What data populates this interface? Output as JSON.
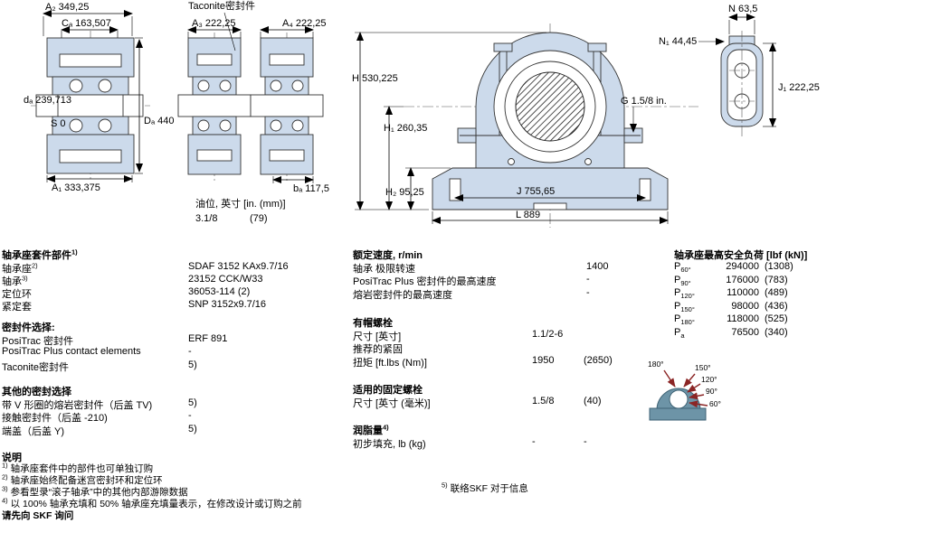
{
  "drawings": {
    "left": {
      "a2": "A₂ 349,25",
      "ca": "Cₐ 163,507",
      "da": "dₐ 239,713",
      "s": "S 0",
      "Da": "Dₐ 440",
      "a1": "A₁ 333,375"
    },
    "middle": {
      "taconite": "Taconite密封件",
      "a3": "A₃ 222,25",
      "a4": "A₄ 222,25",
      "ba": "bₐ 117,5",
      "oil_label": "油位, 英寸 [in. (mm)]",
      "oil_in": "3.1/8",
      "oil_mm": "(79)"
    },
    "front": {
      "h": "H 530,225",
      "h1": "H₁ 260,35",
      "h2": "H₂ 95,25",
      "j": "J 755,65",
      "l": "L 889",
      "g": "G 1.5/8 in."
    },
    "side": {
      "n1": "N₁ 44,45",
      "n": "N 63,5",
      "j1": "J₁ 222,25"
    }
  },
  "parts": {
    "title": "轴承座套件部件",
    "title_sup": "1)",
    "rows": [
      {
        "label": "轴承座",
        "sup": "2)",
        "value": "SDAF 3152 KAx9.7/16"
      },
      {
        "label": "轴承",
        "sup": "3)",
        "value": "23152 CCK/W33"
      },
      {
        "label": "定位环",
        "sup": "",
        "value": "36053-114 (2)"
      },
      {
        "label": "紧定套",
        "sup": "",
        "value": "SNP 3152x9.7/16"
      }
    ]
  },
  "seals": {
    "title": "密封件选择:",
    "rows": [
      {
        "label": "PosiTrac 密封件",
        "value": "ERF 891"
      },
      {
        "label": "PosiTrac Plus contact elements",
        "value": "-"
      },
      {
        "label": "Taconite密封件",
        "value": "5)"
      }
    ]
  },
  "other_seals": {
    "title": "其他的密封选择",
    "rows": [
      {
        "label": "带 V 形圈的熔岩密封件（后盖 TV)",
        "value": "5)"
      },
      {
        "label": "接触密封件（后盖 -210)",
        "value": "-"
      },
      {
        "label": "端盖（后盖 Y)",
        "value": "5)"
      }
    ]
  },
  "notes": {
    "title": "说明",
    "items": [
      {
        "sup": "1)",
        "text": "轴承座套件中的部件也可单独订购"
      },
      {
        "sup": "2)",
        "text": "轴承座始终配备迷宫密封环和定位环"
      },
      {
        "sup": "3)",
        "text": "参看型录“滚子轴承”中的其他内部游隙数据"
      },
      {
        "sup": "4)",
        "text": "以 100% 轴承充填和 50% 轴承座充填量表示，在修改设计或订购之前"
      }
    ],
    "closing": "请先向 SKF 询问"
  },
  "speed": {
    "title": "额定速度, r/min",
    "rows": [
      {
        "label": "轴承 极限转速",
        "value": "1400"
      },
      {
        "label": "PosiTrac Plus 密封件的最高速度",
        "value": "-"
      },
      {
        "label": "熔岩密封件的最高速度",
        "value": "-"
      }
    ]
  },
  "cap_bolts": {
    "title": "有帽螺栓",
    "size_label": "尺寸 [英寸]",
    "size_value": "1.1/2-6",
    "rec_label": "推荐的紧固",
    "torque_label": "扭矩 [ft.lbs (Nm)]",
    "torque_value": "1950",
    "torque_value2": "(2650)"
  },
  "attach_bolts": {
    "title": "适用的固定螺栓",
    "size_label": "尺寸 [英寸 (毫米)]",
    "size_value": "1.5/8",
    "size_value2": "(40)"
  },
  "grease": {
    "title": "润脂量",
    "title_sup": "4)",
    "row_label": "初步填充, lb (kg)",
    "value1": "-",
    "value2": "-"
  },
  "footnote5": {
    "sup": "5)",
    "text": "联络SKF 对于信息"
  },
  "loads": {
    "title": "轴承座最高安全负荷 [lbf (kN)]",
    "rows": [
      {
        "label": "P",
        "sub": "60°",
        "lbf": "294000",
        "kn": "(1308)"
      },
      {
        "label": "P",
        "sub": "90°",
        "lbf": "176000",
        "kn": "(783)"
      },
      {
        "label": "P",
        "sub": "120°",
        "lbf": "110000",
        "kn": "(489)"
      },
      {
        "label": "P",
        "sub": "150°",
        "lbf": "98000",
        "kn": "(436)"
      },
      {
        "label": "P",
        "sub": "180°",
        "lbf": "118000",
        "kn": "(525)"
      },
      {
        "label": "P",
        "sub": "a",
        "lbf": "76500",
        "kn": "(340)"
      }
    ]
  },
  "angle_diagram": {
    "labels": [
      "180°",
      "150°",
      "120°",
      "90°",
      "60°"
    ]
  },
  "colors": {
    "section_fill": "#ccdaeb",
    "angle_arrow": "#8b2525",
    "angle_housing": "#6d94a7"
  }
}
